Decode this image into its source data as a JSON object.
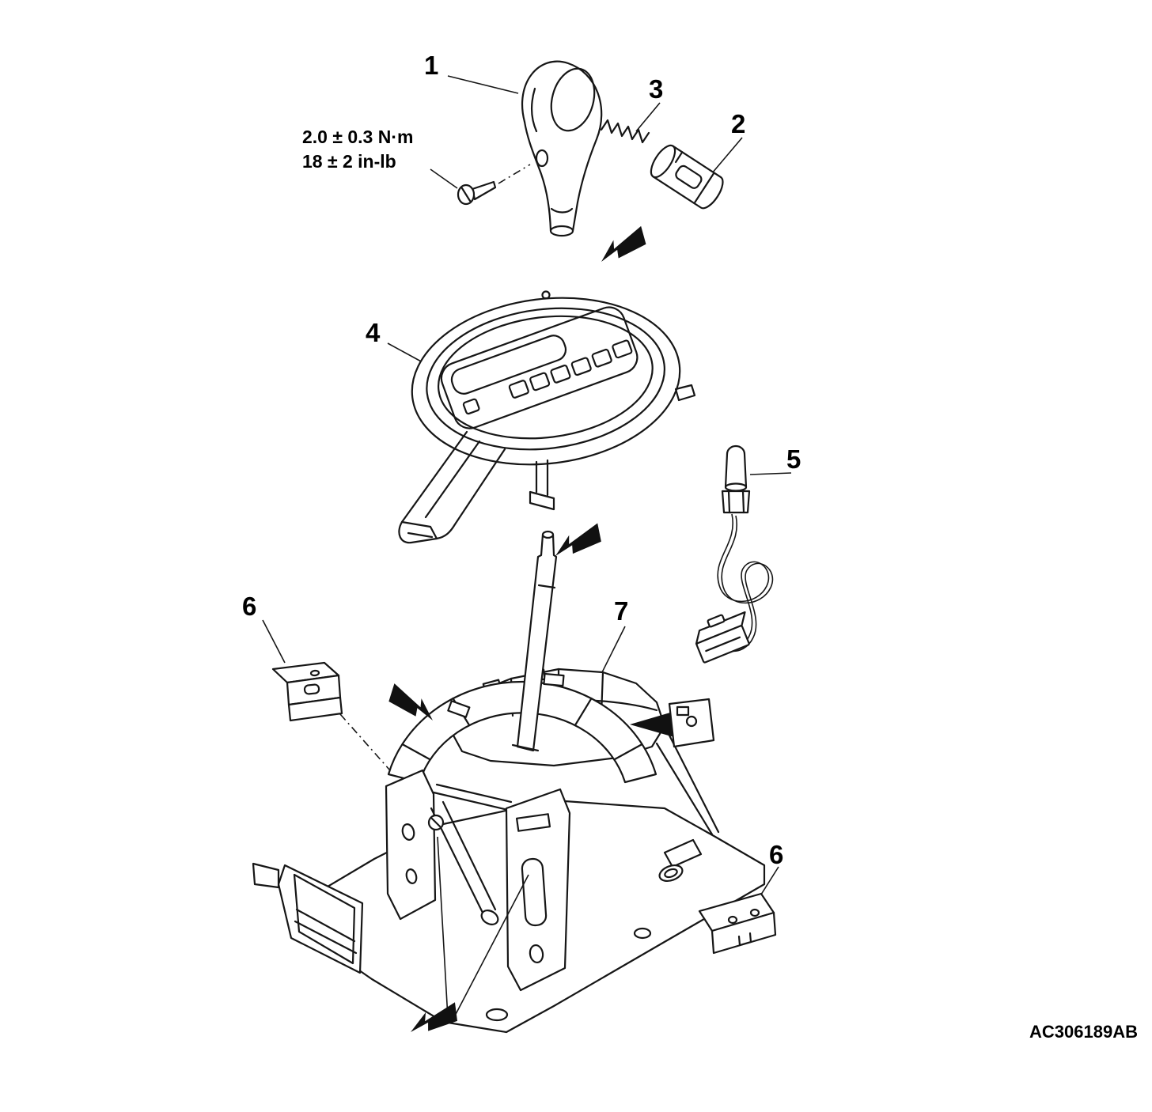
{
  "diagram": {
    "figure_code": "AC306189AB",
    "torque_note": {
      "line1": "2.0 ± 0.3 N·m",
      "line2": "18 ± 2 in-lb"
    },
    "part_labels": {
      "shift_knob": "1",
      "lock_sleeve": "2",
      "spring": "3",
      "indicator_panel": "4",
      "shift_lock_switch": "5",
      "bracket_left": "6",
      "bracket_right": "6",
      "shifter_base_assembly": "7"
    }
  }
}
